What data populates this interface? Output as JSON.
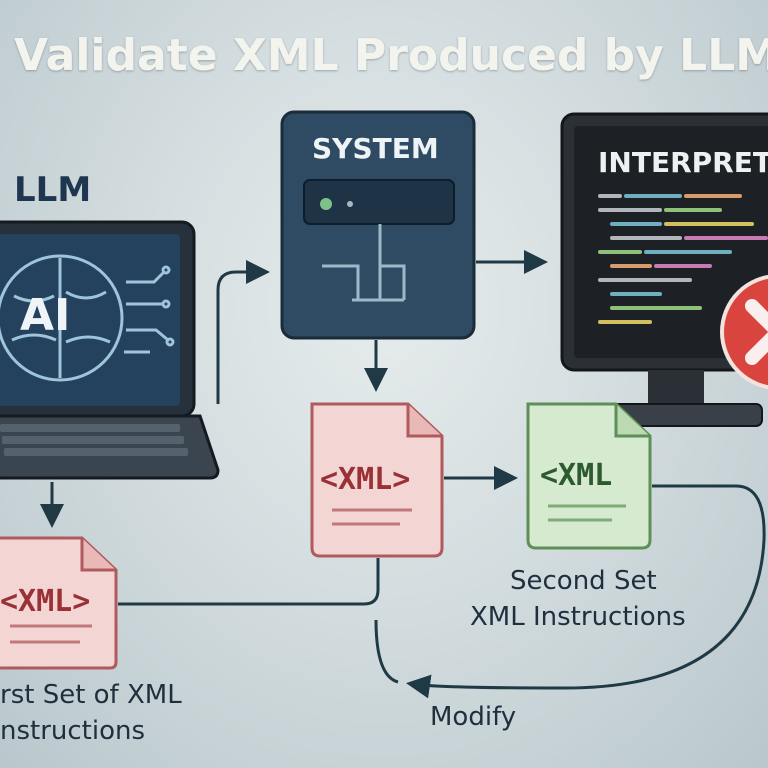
{
  "title": "Validate XML Produced by LLMs",
  "nodes": {
    "llm": {
      "label": "LLM",
      "screen_text": "AI"
    },
    "system": {
      "label": "SYSTEM"
    },
    "interpreter": {
      "label": "INTERPRET"
    }
  },
  "documents": [
    {
      "tag": "<XML>",
      "tint": "red",
      "caption_lines": [
        "rst Set of XML",
        "nstructions"
      ]
    },
    {
      "tag": "<XML>",
      "tint": "red",
      "caption_lines": []
    },
    {
      "tag": "<XML",
      "tint": "green",
      "caption_lines": [
        "Second Set",
        "XML Instructions"
      ]
    }
  ],
  "loop_label": "Modify",
  "status_icon": "error-x-icon",
  "colors": {
    "title_text": "#f4f4ef",
    "dark_text": "#1f2f3d",
    "navy": "#2f4a63",
    "doc_red": "#f3d6d3",
    "doc_red_border": "#b05a5e",
    "doc_green": "#d6ead0",
    "doc_green_border": "#5d8f57",
    "error_red": "#d9453e"
  }
}
